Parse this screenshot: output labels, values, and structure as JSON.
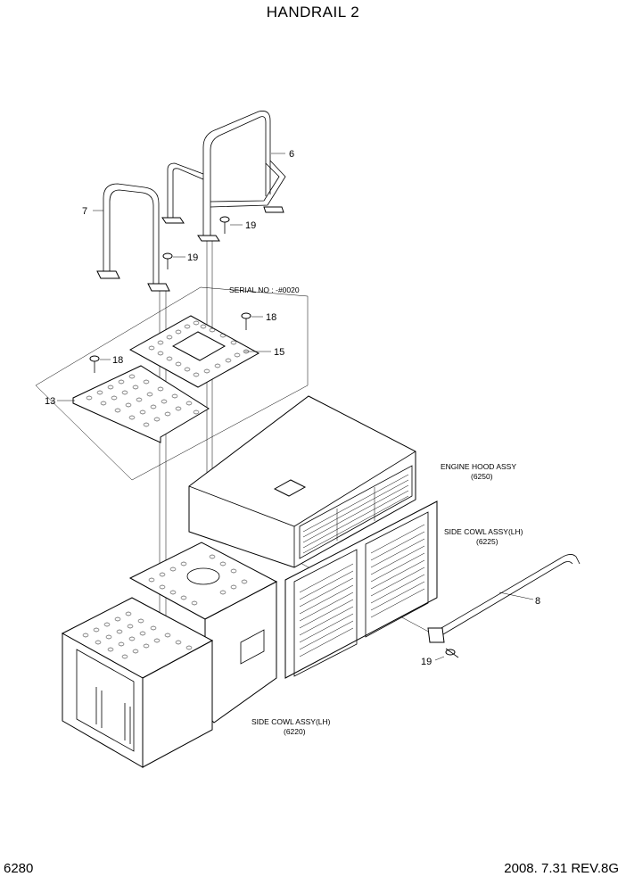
{
  "header": {
    "title": "HANDRAIL 2"
  },
  "footer": {
    "page_number": "6280",
    "date_rev": "2008. 7.31  REV.8G"
  },
  "callouts": {
    "c6": "6",
    "c7": "7",
    "c19a": "19",
    "c19b": "19",
    "c19c": "19",
    "c18a": "18",
    "c18b": "18",
    "c15": "15",
    "c13": "13",
    "c8": "8"
  },
  "notes": {
    "serial": "SERIAL NO : -#0020",
    "engine_hood": "ENGINE HOOD ASSY",
    "engine_hood_code": "(6250)",
    "side_cowl_r": "SIDE COWL ASSY(LH)",
    "side_cowl_r_code": "(6225)",
    "side_cowl_l": "SIDE COWL ASSY(LH)",
    "side_cowl_l_code": "(6220)"
  }
}
